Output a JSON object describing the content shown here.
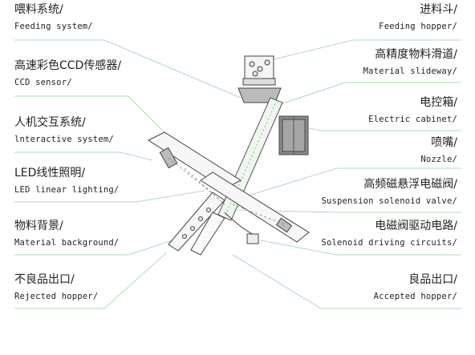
{
  "labels_left": [
    {
      "zh": "喂料系统/",
      "en": "Feeding system/"
    },
    {
      "zh": "高速彩色CCD传感器/",
      "en": "CCD sensor/"
    },
    {
      "zh": "人机交互系统/",
      "en": "lnteractive system/"
    },
    {
      "zh": "LED线性照明/",
      "en": "LED linear lighting/"
    },
    {
      "zh": "物料背景/",
      "en": "Material background/"
    },
    {
      "zh": "不良品出口/",
      "en": "Rejected hopper/"
    }
  ],
  "labels_right": [
    {
      "zh": "进料斗/",
      "en": "Feeding  hopper/"
    },
    {
      "zh": "高精度物料滑道/",
      "en": "Material slideway/"
    },
    {
      "zh": "电控箱/",
      "en": "Electric  cabinet/"
    },
    {
      "zh": "喷嘴/",
      "en": "Nozzle/"
    },
    {
      "zh": "高频磁悬浮电磁阀/",
      "en": "Suspension solenoid valve/"
    },
    {
      "zh": "电磁阀驱动电路/",
      "en": "Solenoid driving circuits/"
    },
    {
      "zh": "良品出口/",
      "en": "Accepted hopper/"
    }
  ],
  "colors": {
    "leader": "#8fcf8f",
    "ink": "#333333",
    "accent_green": "#7fc97f"
  }
}
